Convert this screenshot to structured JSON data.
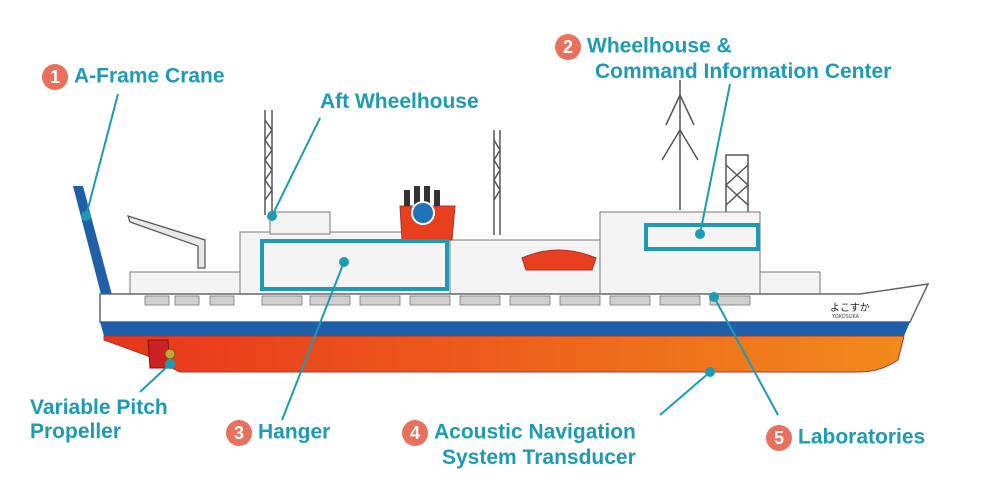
{
  "labels": {
    "a_frame": {
      "number": "1",
      "text": "A-Frame Crane"
    },
    "aft_wheelhouse": {
      "text": "Aft Wheelhouse"
    },
    "wheelhouse": {
      "number": "2",
      "line1": "Wheelhouse &",
      "line2": "Command Information Center"
    },
    "hanger": {
      "number": "3",
      "text": "Hanger"
    },
    "acoustic": {
      "number": "4",
      "line1": "Acoustic Navigation",
      "line2": "System Transducer"
    },
    "laboratories": {
      "number": "5",
      "text": "Laboratories"
    },
    "propeller": {
      "line1": "Variable Pitch",
      "line2": "Propeller"
    }
  },
  "ship": {
    "name_jp": "よこすか",
    "name_en": "YOKOSUKA"
  },
  "colors": {
    "label": "#1d9bb3",
    "badge": "#e8705c",
    "hull_red": "#e8401e",
    "hull_orange": "#f07a1a",
    "stripe": "#1f5fa8"
  }
}
